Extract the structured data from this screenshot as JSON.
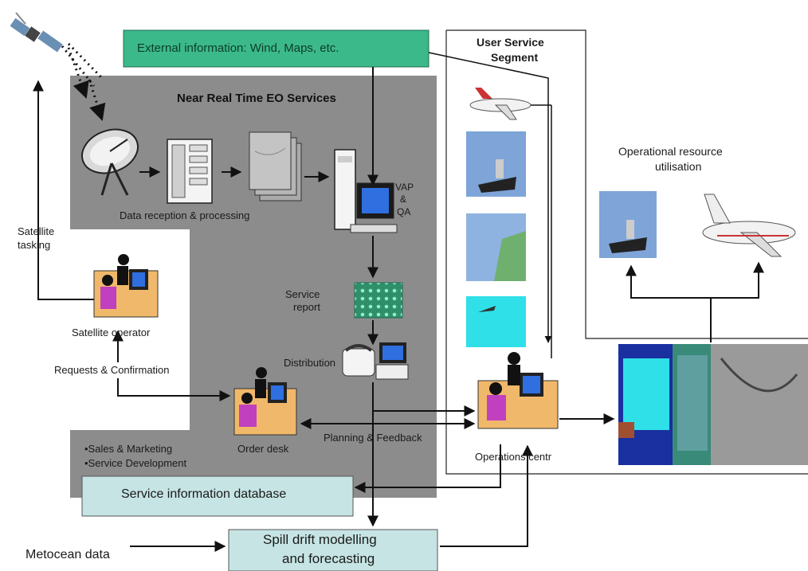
{
  "diagram": {
    "external_info": "External information: Wind, Maps, etc.",
    "near_real_time_title": "Near Real Time EO Services",
    "user_service_segment_line1": "User Service",
    "user_service_segment_line2": "Segment",
    "data_reception": "Data reception & processing",
    "vap_line1": "VAP",
    "vap_line2": "&",
    "vap_line3": "QA",
    "service_report_line1": "Service",
    "service_report_line2": "report",
    "distribution": "Distribution",
    "satellite_tasking_line1": "Satellite",
    "satellite_tasking_line2": "tasking",
    "satellite_operator": "Satellite operator",
    "requests_confirmation": "Requests & Confirmation",
    "order_desk": "Order desk",
    "sales_marketing": "•Sales & Marketing",
    "service_development": "•Service Development",
    "planning_feedback": "Planning & Feedback",
    "operations_centre": "Operations centr",
    "operational_resource_line1": "Operational resource",
    "operational_resource_line2": "utilisation",
    "service_info_db": "Service information database",
    "spill_drift_line1": "Spill drift modelling",
    "spill_drift_line2": "and forecasting",
    "metocean": "Metocean data"
  },
  "colors": {
    "gray_panel": "#8c8c8c",
    "green_box": "#3cb98a",
    "light_teal_box": "#c6e4e4",
    "arrow": "#111111"
  }
}
